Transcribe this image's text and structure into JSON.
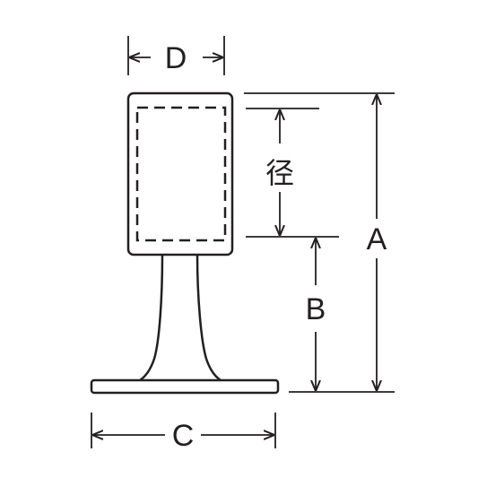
{
  "diagram": {
    "labels": {
      "d": "D",
      "a": "A",
      "b": "B",
      "c": "C",
      "diameter": "径"
    },
    "colors": {
      "stroke": "#231f20",
      "background": "#ffffff"
    }
  }
}
